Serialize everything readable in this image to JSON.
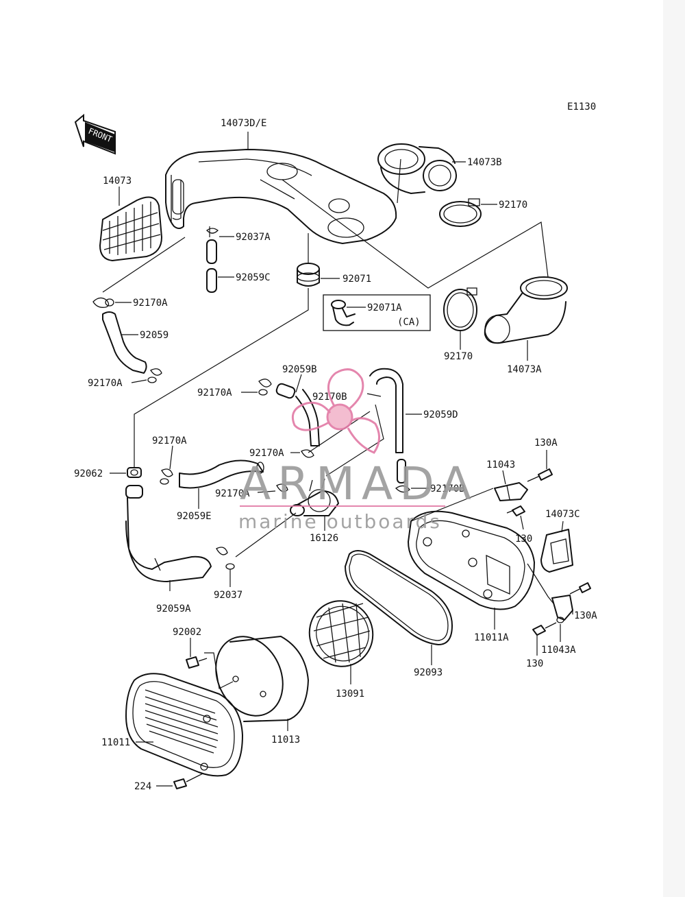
{
  "diagram": {
    "code": "E1130",
    "front_marker": "FRONT",
    "labels": {
      "p14073D_E": "14073D/E",
      "p14073": "14073",
      "p14073B": "14073B",
      "p92170_top": "92170",
      "p92037A": "92037A",
      "p92059C": "92059C",
      "p92071": "92071",
      "p92071A": "92071A",
      "p92071A_note": "(CA)",
      "p92170A_1": "92170A",
      "p92059": "92059",
      "p92170A_2": "92170A",
      "p92170_mid": "92170",
      "p14073A": "14073A",
      "p92059B": "92059B",
      "p92170A_3": "92170A",
      "p92170B_1": "92170B",
      "p92059D": "92059D",
      "p92062": "92062",
      "p92170A_4": "92170A",
      "p92170A_5": "92170A",
      "p92170A_6": "92170A",
      "p11043": "11043",
      "p130A_1": "130A",
      "p92170B_2": "92170B",
      "p14073C": "14073C",
      "p92059E": "92059E",
      "p16126": "16126",
      "p130_1": "130",
      "p92037": "92037",
      "p92059A": "92059A",
      "p130A_2": "130A",
      "p92002": "92002",
      "p11011A": "11011A",
      "p11043A": "11043A",
      "p130_2": "130",
      "p13091": "13091",
      "p92093": "92093",
      "p11011": "11011",
      "p11013": "11013",
      "p224": "224"
    }
  },
  "watermark": {
    "title": "ARMADA",
    "subtitle": "marine outboards",
    "color_pink": "#e27aa5",
    "color_gray": "#9a9a9a"
  }
}
